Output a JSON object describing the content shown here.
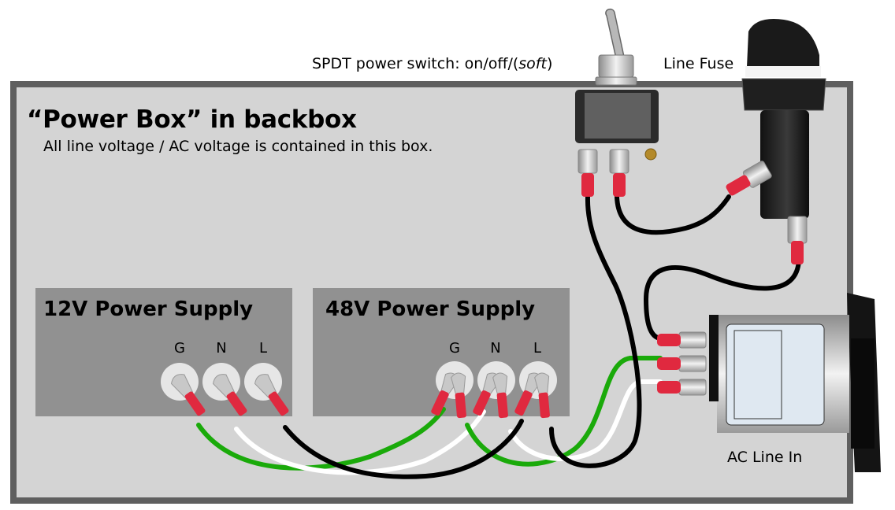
{
  "header": {
    "title": "“Power Box” in backbox",
    "subtitle": "All line voltage / AC voltage is contained in this box."
  },
  "components": {
    "switch": {
      "label_prefix": "SPDT power switch: on/off/(",
      "label_italic": "soft",
      "label_suffix": ")",
      "icon": "toggle-switch-icon"
    },
    "fuse": {
      "label": "Line Fuse",
      "icon": "fuse-holder-icon"
    },
    "ac_inlet": {
      "label": "AC Line In",
      "icon": "ac-inlet-emi-filter-icon"
    }
  },
  "power_supplies": [
    {
      "name": "12V Power Supply",
      "terminals": [
        "G",
        "N",
        "L"
      ]
    },
    {
      "name": "48V Power Supply",
      "terminals": [
        "G",
        "N",
        "L"
      ]
    }
  ],
  "wire_colors": {
    "ground": "#1aaa0a",
    "neutral": "#ffffff",
    "line": "#000000",
    "connector": "#e0293f"
  },
  "box_colors": {
    "border": "#5f5f5f",
    "fill": "#d4d4d4",
    "psu": "#919191"
  }
}
